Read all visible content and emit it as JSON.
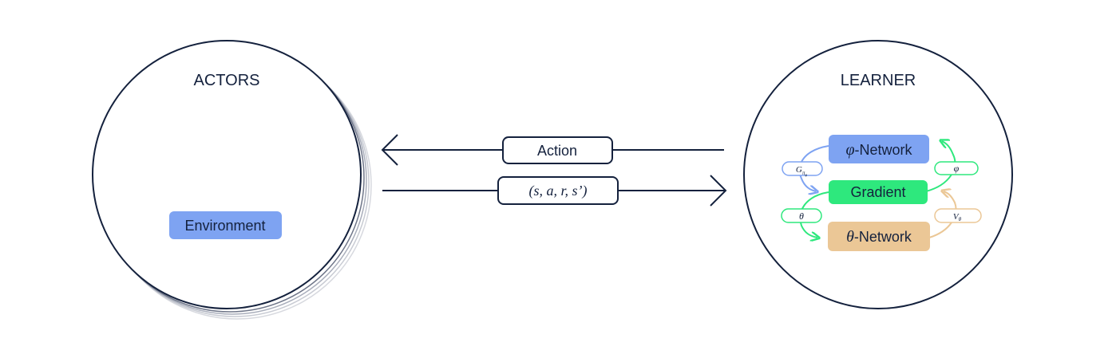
{
  "actors": {
    "title": "ACTORS",
    "environment_label": "Environment"
  },
  "learner": {
    "title": "LEARNER",
    "phi_network_symbol": "φ",
    "phi_network_label": "-Network",
    "gradient_label": "Gradient",
    "theta_network_symbol": "θ",
    "theta_network_label": "-Network",
    "edge_labels": {
      "g_main": "G",
      "g_sub_main": "π",
      "g_sub_sub": "φ",
      "phi": "φ",
      "theta": "θ",
      "v_main": "V",
      "v_sub": "θ"
    }
  },
  "arrows": {
    "action_label": "Action",
    "transition_label": "(s, a, r, s’)"
  },
  "colors": {
    "dark": "#14213d",
    "phi_network": "#7ea3f2",
    "gradient": "#2ee87d",
    "theta_network": "#ebc796",
    "environment": "#7ea3f2",
    "shadow": "#c6c9d1"
  }
}
